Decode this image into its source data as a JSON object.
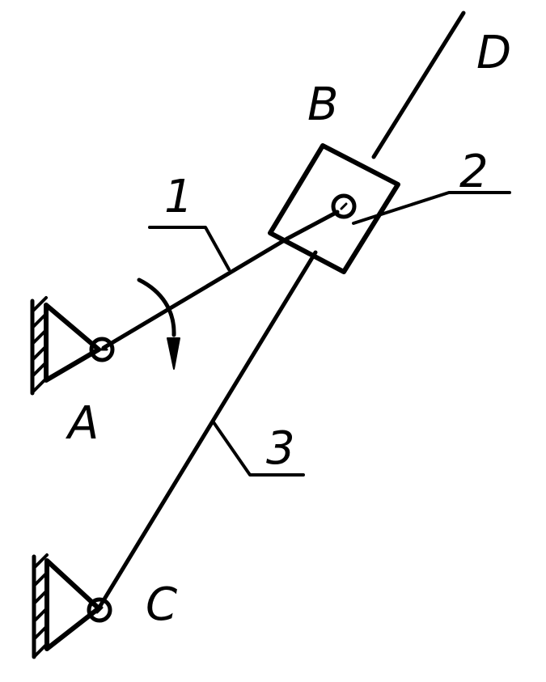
{
  "diagram": {
    "labels": {
      "point_a": "A",
      "point_b": "B",
      "point_c": "C",
      "point_d": "D",
      "link_1": "1",
      "link_2": "2",
      "link_3": "3"
    },
    "colors": {
      "ink": "#000000",
      "background": "#ffffff"
    }
  }
}
